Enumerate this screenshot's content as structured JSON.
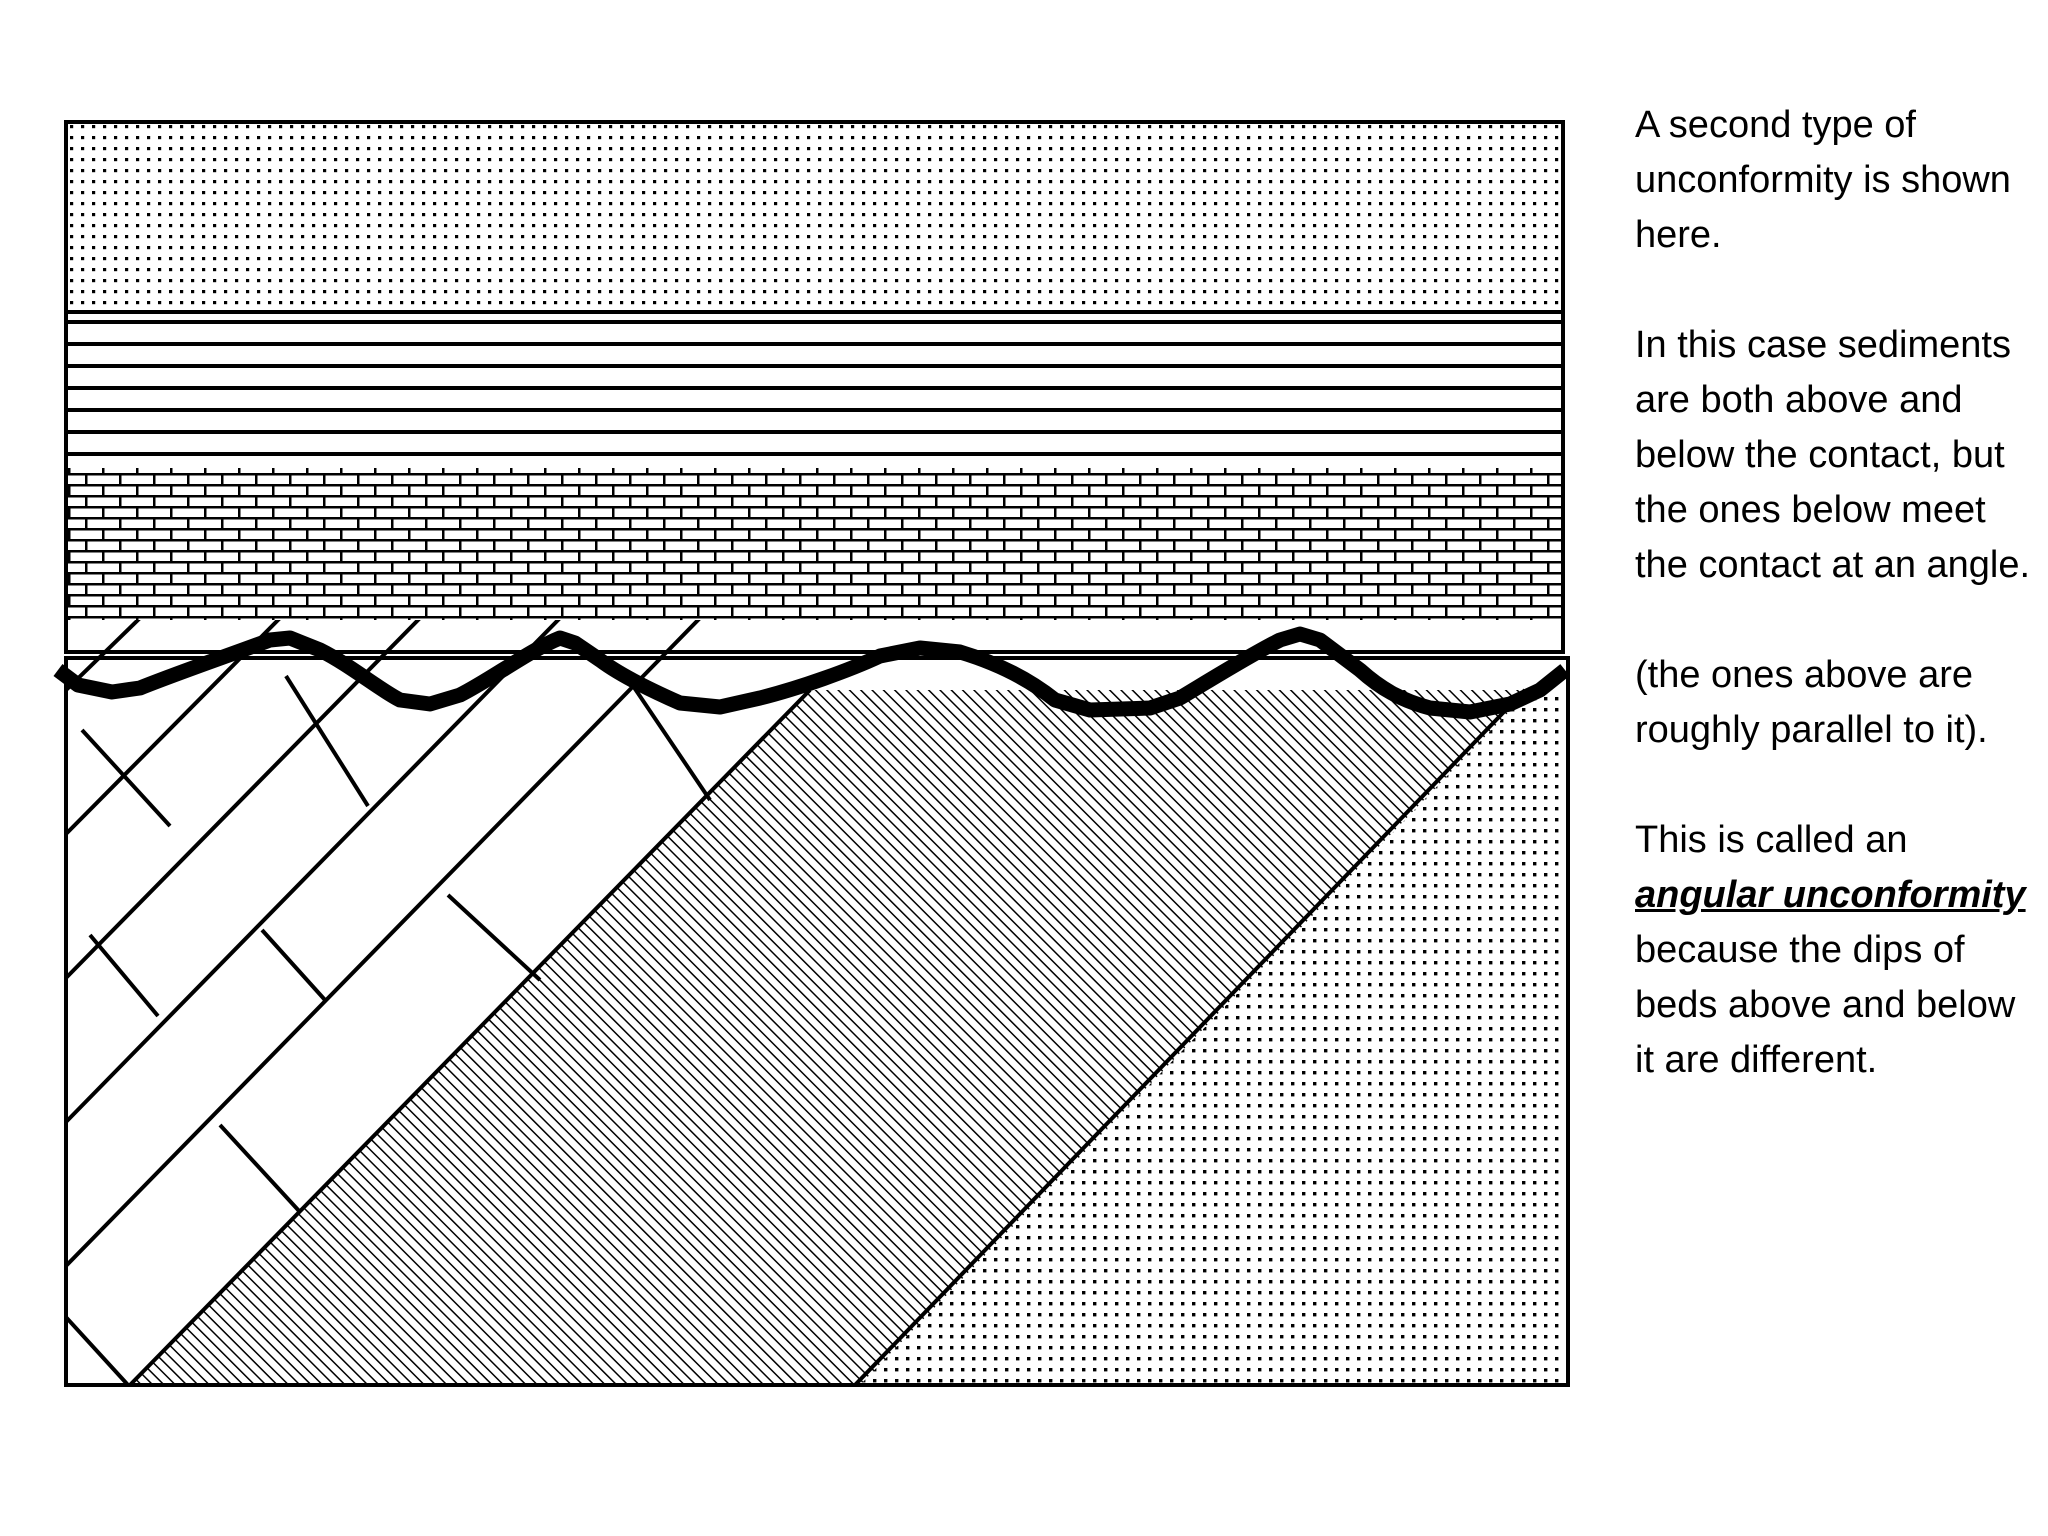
{
  "colors": {
    "ink": "#000000",
    "background": "#ffffff"
  },
  "diagram": {
    "upper_beds": [
      "sandstone-dotted",
      "shale-lined",
      "limestone-brick"
    ],
    "lower_beds": [
      "limestone-brick-tilted",
      "shale-hatched-tilted",
      "sandstone-dotted-tilted"
    ],
    "contact": "wavy-unconformity-surface"
  },
  "caption": {
    "p1": "A second type of unconformity is shown here.",
    "p2": "In this case sediments are both above and below the contact, but the ones below meet the contact at an angle.",
    "p3": "(the ones above are roughly parallel to it).",
    "p4_before": "This is called an",
    "p4_term": "angular unconformity",
    "p4_after": "because the dips of beds above and below it are different."
  }
}
